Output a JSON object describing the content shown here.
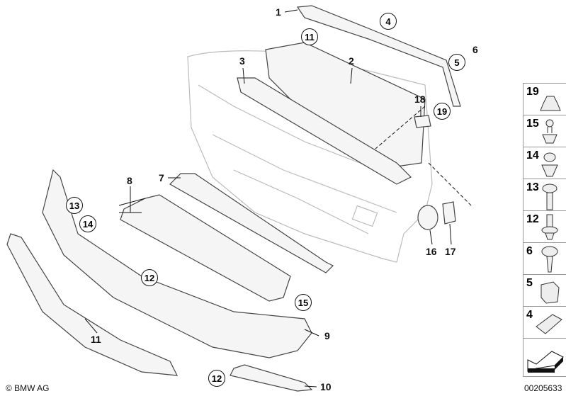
{
  "diagram_title_code": "00205633",
  "copyright": "© BMW AG",
  "callouts": {
    "c1": "1",
    "c4": "4",
    "c6": "6",
    "c5": "5",
    "c11a": "11",
    "c2": "2",
    "c3": "3",
    "c18": "18",
    "c19": "19",
    "c7": "7",
    "c8": "8",
    "c13": "13",
    "c14": "14",
    "c12a": "12",
    "c15": "15",
    "c9": "9",
    "c11b": "11",
    "c12b": "12",
    "c10": "10",
    "c16": "16",
    "c17": "17"
  },
  "sidebar_parts": [
    {
      "number": "19",
      "icon": "flange-nut-icon"
    },
    {
      "number": "15",
      "icon": "push-rivet-icon"
    },
    {
      "number": "14",
      "icon": "expanding-rivet-icon"
    },
    {
      "number": "13",
      "icon": "collar-screw-icon"
    },
    {
      "number": "12",
      "icon": "stud-clip-icon"
    },
    {
      "number": "6",
      "icon": "tapping-screw-icon"
    },
    {
      "number": "5",
      "icon": "clip-nut-icon"
    },
    {
      "number": "4",
      "icon": "spring-clip-icon"
    }
  ]
}
